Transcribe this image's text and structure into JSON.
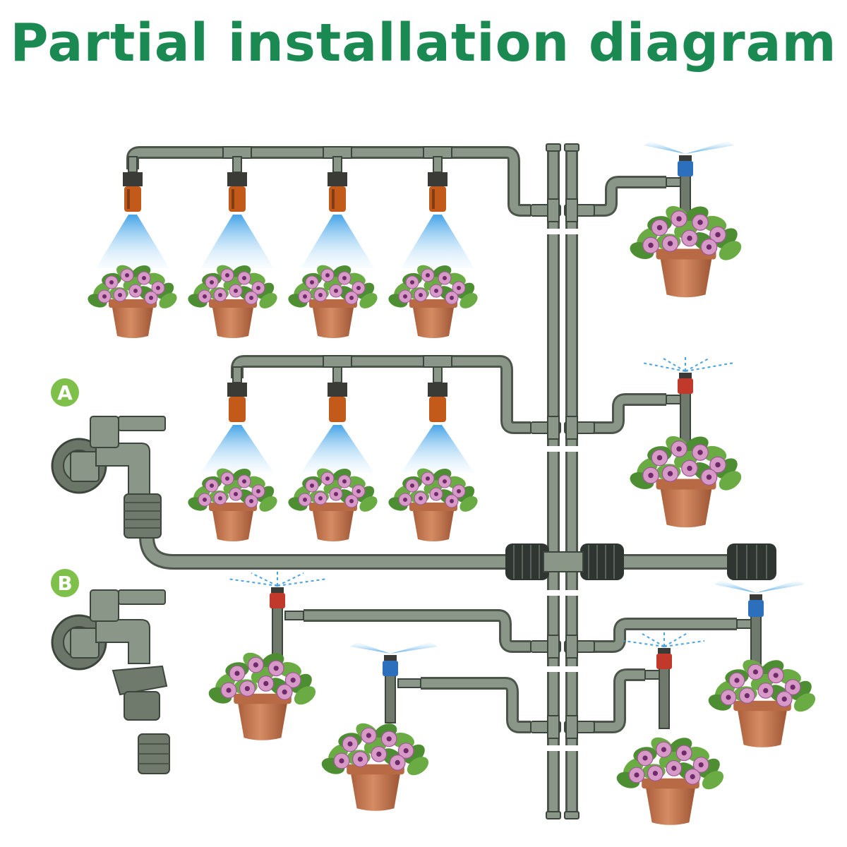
{
  "title": "Partial installation diagram",
  "labels": {
    "a": "A",
    "b": "B"
  },
  "colors": {
    "title": "#1b8a52",
    "badge": "#7fc04a",
    "pipe": "#7f8c7d",
    "pipe_edge": "#4b554a",
    "valve": "#2f3530",
    "nozzle_orange": "#c45a1a",
    "nozzle_red": "#c0392b",
    "nozzle_blue": "#2b6fbd",
    "spray": "#9ed0f2",
    "pot": "#c5784f",
    "leaf": "#5a9a3a",
    "flower": "#c880b6"
  }
}
